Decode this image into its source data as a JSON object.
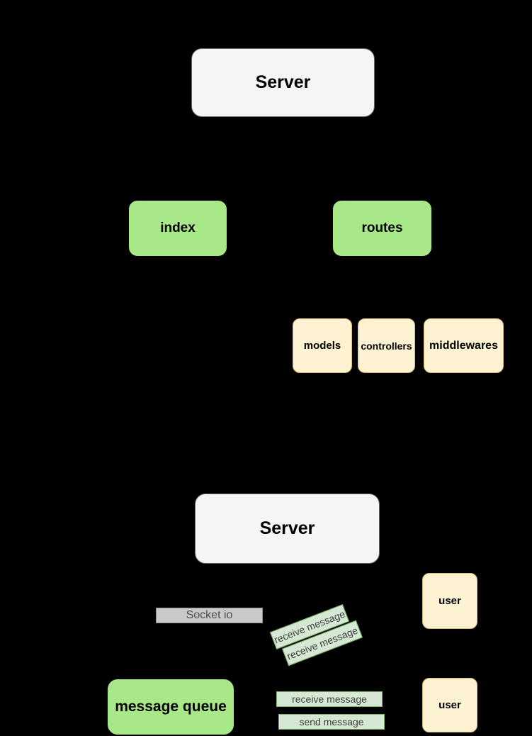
{
  "diagram": {
    "section_top": {
      "server_label": "Server",
      "index_label": "index",
      "routes_label": "routes",
      "models_label": "models",
      "controllers_label": "controllers",
      "middlewares_label": "middlewares"
    },
    "section_bottom": {
      "server_label": "Server",
      "socket_label": "Socket io",
      "message_queue_label": "message queue",
      "user_top_label": "user",
      "user_bottom_label": "user",
      "rotated_labels": [
        "receive message",
        "receive message"
      ],
      "receive_label": "receive message",
      "send_label": "send message"
    },
    "colors": {
      "background": "#000000",
      "server_fill": "#f5f5f5",
      "server_border": "#666666",
      "green_fill": "#a9e888",
      "cream_fill": "#fdf2d2",
      "cream_border": "#d9bb68",
      "gray_fill": "#c9c9c9",
      "gray_border": "#919191",
      "message_label_fill": "#d5e8d4",
      "message_label_border": "#82b366"
    }
  }
}
